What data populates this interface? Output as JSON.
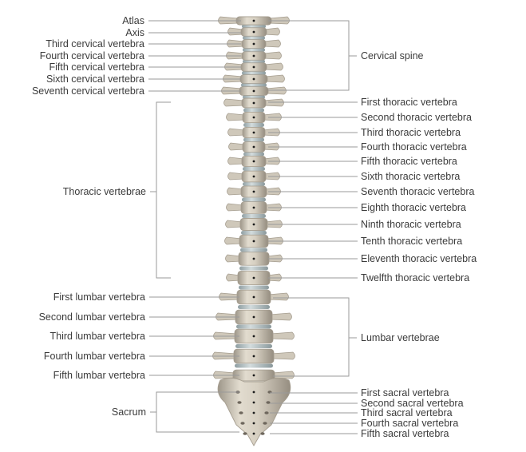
{
  "labels_left": [
    {
      "id": "atlas",
      "text": "Atlas"
    },
    {
      "id": "axis",
      "text": "Axis"
    },
    {
      "id": "c3",
      "text": "Third cervical vertebra"
    },
    {
      "id": "c4",
      "text": "Fourth cervical vertebra"
    },
    {
      "id": "c5",
      "text": "Fifth cervical vertebra"
    },
    {
      "id": "c6",
      "text": "Sixth cervical vertebra"
    },
    {
      "id": "c7",
      "text": "Seventh cervical vertebra"
    },
    {
      "id": "l1",
      "text": "First lumbar vertebra"
    },
    {
      "id": "l2",
      "text": "Second lumbar vertebra"
    },
    {
      "id": "l3",
      "text": "Third lumbar vertebra"
    },
    {
      "id": "l4",
      "text": "Fourth lumbar vertebra"
    },
    {
      "id": "l5",
      "text": "Fifth lumbar vertebra"
    }
  ],
  "labels_right": [
    {
      "id": "t1",
      "text": "First thoracic vertebra"
    },
    {
      "id": "t2",
      "text": "Second thoracic vertebra"
    },
    {
      "id": "t3",
      "text": "Third thoracic vertebra"
    },
    {
      "id": "t4",
      "text": "Fourth thoracic vertebra"
    },
    {
      "id": "t5",
      "text": "Fifth thoracic vertebra"
    },
    {
      "id": "t6",
      "text": "Sixth thoracic vertebra"
    },
    {
      "id": "t7",
      "text": "Seventh thoracic vertebra"
    },
    {
      "id": "t8",
      "text": "Eighth thoracic vertebra"
    },
    {
      "id": "t9",
      "text": "Ninth thoracic vertebra"
    },
    {
      "id": "t10",
      "text": "Tenth thoracic vertebra"
    },
    {
      "id": "t11",
      "text": "Eleventh thoracic vertebra"
    },
    {
      "id": "t12",
      "text": "Twelfth thoracic vertebra"
    },
    {
      "id": "s1",
      "text": "First sacral vertebra"
    },
    {
      "id": "s2",
      "text": "Second sacral vertebra"
    },
    {
      "id": "s3",
      "text": "Third sacral vertebra"
    },
    {
      "id": "s4",
      "text": "Fourth sacral vertebra"
    },
    {
      "id": "s5",
      "text": "Fifth sacral vertebra"
    }
  ],
  "groups": {
    "cervical": "Cervical spine",
    "thoracic": "Thoracic vertebrae",
    "lumbar": "Lumbar vertebrae",
    "sacrum": "Sacrum"
  },
  "colors": {
    "bone": "#d8d1c3",
    "bone_shadow": "#a59d8f",
    "disc": "#b9c4c6",
    "leader": "#9a9a9a",
    "text": "#3b3b3b"
  }
}
